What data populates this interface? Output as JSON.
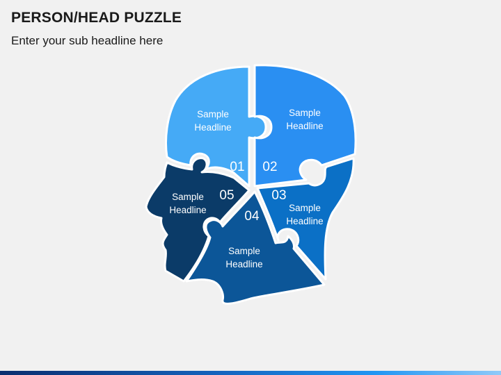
{
  "header": {
    "title": "PERSON/HEAD PUZZLE",
    "subtitle": "Enter your sub headline here"
  },
  "pieces": [
    {
      "number": "01",
      "line1": "Sample",
      "line2": "Headline",
      "color": "#45aaf6"
    },
    {
      "number": "02",
      "line1": "Sample",
      "line2": "Headline",
      "color": "#2a8ff2"
    },
    {
      "number": "03",
      "line1": "Sample",
      "line2": "Headline",
      "color": "#0b70c6"
    },
    {
      "number": "04",
      "line1": "Sample",
      "line2": "Headline",
      "color": "#0c5698"
    },
    {
      "number": "05",
      "line1": "Sample",
      "line2": "Headline",
      "color": "#0b3b68"
    }
  ]
}
